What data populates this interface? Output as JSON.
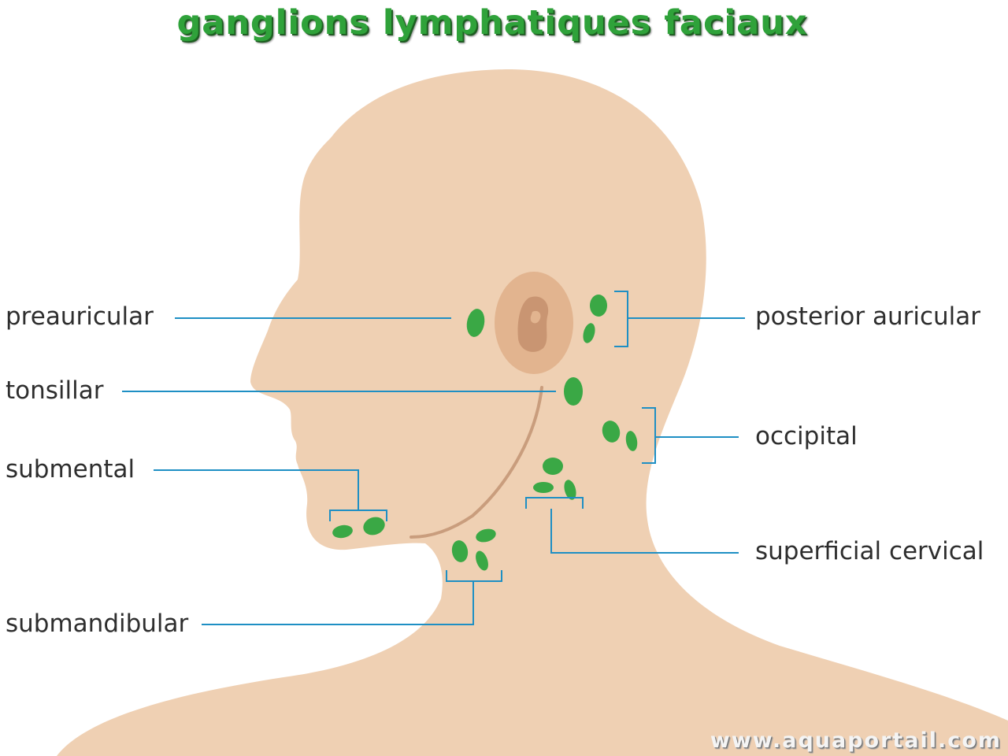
{
  "title": "ganglions lymphatiques faciaux",
  "colors": {
    "skin": "#efd0b3",
    "ear_outer": "#e2b48f",
    "ear_inner": "#c99572",
    "jawline": "#c99d7d",
    "node": "#3aa845",
    "leader": "#1e8fc4",
    "label_text": "#2e2e2e",
    "title_text": "#2fa23a"
  },
  "labels": {
    "preauricular": "preauricular",
    "tonsillar": "tonsillar",
    "submental": "submental",
    "submandibular": "submandibular",
    "posterior_auricular": "posterior auricular",
    "occipital": "occipital",
    "superficial_cervical": "superficial cervical"
  },
  "watermark": "www.aquaportail.com"
}
